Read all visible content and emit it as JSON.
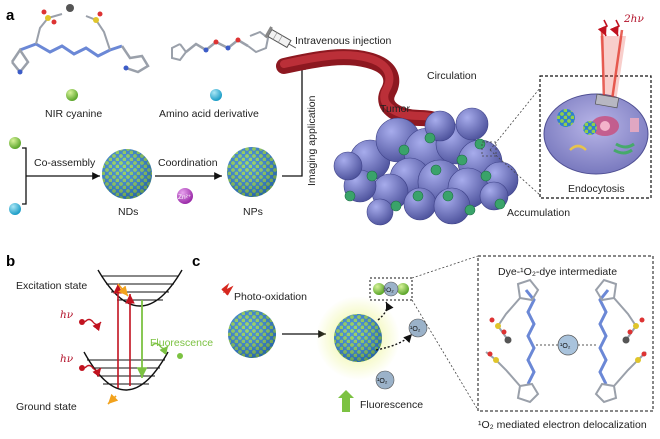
{
  "panel_a": {
    "letter": "a",
    "nir_cyanine": "NIR cyanine",
    "amino_acid": "Amino acid derivative",
    "co_assembly": "Co-assembly",
    "coordination": "Coordination",
    "nds": "NDs",
    "nps": "NPs",
    "zn": "Zn²⁺",
    "imaging": "Imaging application",
    "injection": "Intravenous injection",
    "tumor": "Tumor",
    "circulation": "Circulation",
    "accumulation": "Accumulation",
    "endocytosis": "Endocytosis",
    "two_hv": "2hν"
  },
  "panel_b": {
    "letter": "b",
    "excitation": "Excitation state",
    "ground": "Ground state",
    "fluorescence": "Fluorescence",
    "hv1": "hν",
    "hv2": "hν"
  },
  "panel_c": {
    "letter": "c",
    "photo_oxidation": "Photo-oxidation",
    "fluorescence": "Fluorescence",
    "o2_a": "¹O₂",
    "o2_b": "¹O₂",
    "o2_box": "¹O₂",
    "o2_mid": "¹O₂",
    "intermediate": "Dye-¹O₂-dye intermediate",
    "delocalization": "¹O₂ mediated electron delocalization"
  },
  "colors": {
    "nanoparticle_blue": "#3a8fd6",
    "nanoparticle_green": "#7cc242",
    "vessel": "#a3202a",
    "tumor": "#7e83c8",
    "laser": "#d6281f"
  }
}
